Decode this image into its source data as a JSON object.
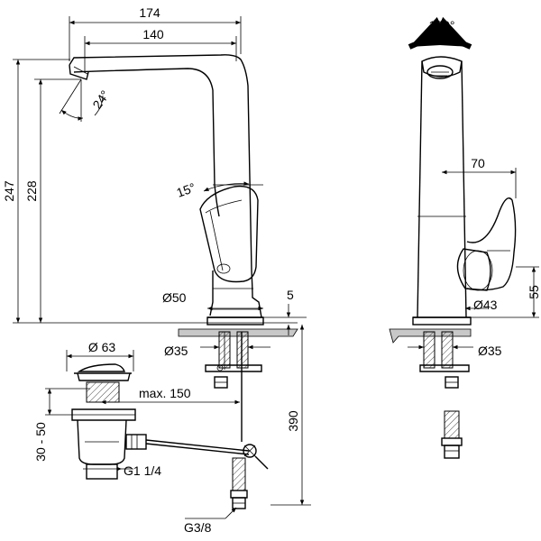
{
  "dimensions": {
    "width_174": "174",
    "width_140": "140",
    "angle_24": "24°",
    "angle_15": "15°",
    "height_247": "247",
    "height_228": "228",
    "dia_50": "Ø50",
    "gap_5": "5",
    "dia_35_front": "Ø35",
    "dia_63": "Ø 63",
    "max_150": "max. 150",
    "range_30_50": "30 - 50",
    "thread_g114": "G1 1/4",
    "thread_g38": "G3/8",
    "height_390": "390",
    "rotation_120": "120°",
    "offset_70": "70",
    "dia_43": "Ø43",
    "height_55": "55",
    "dia_35_side": "Ø35"
  },
  "colors": {
    "line": "#000000",
    "countertop": "#c8c8c8",
    "hatch": "#555555"
  }
}
